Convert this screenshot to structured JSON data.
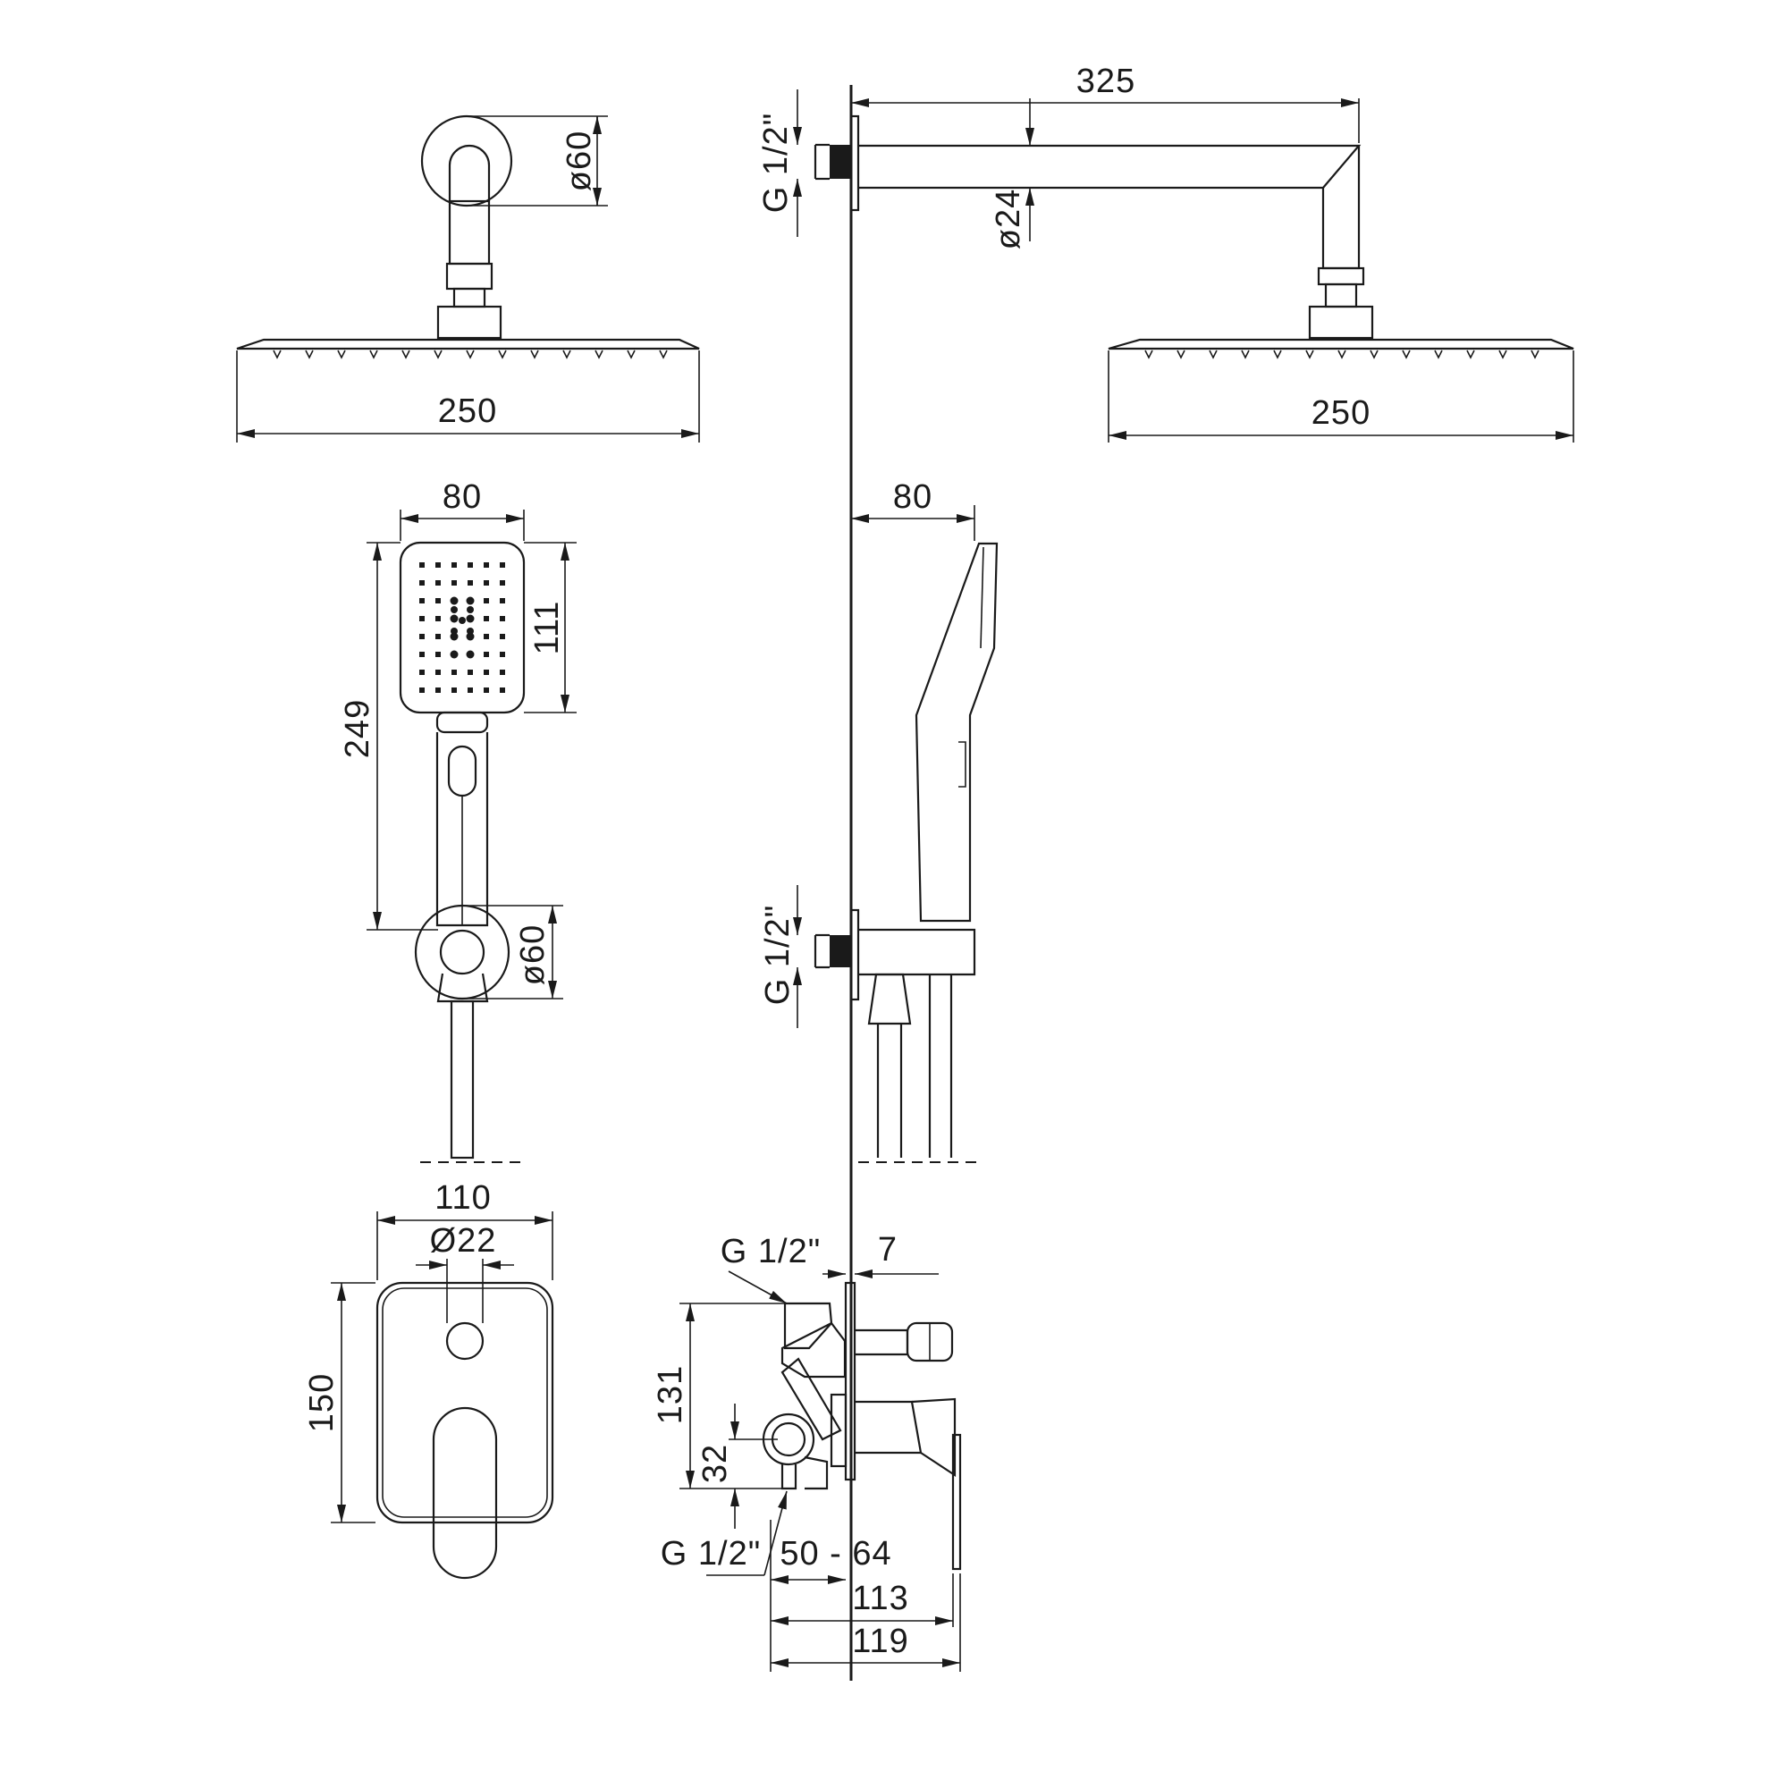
{
  "dimensions": {
    "top_front_flange_diameter": "ø60",
    "top_front_head_width": "250",
    "arm_length": "325",
    "arm_diameter": "ø24",
    "arm_connection_thread": "G 1/2\"",
    "top_side_head_width": "250",
    "hand_shower_width_front": "80",
    "hand_shower_head_height": "111",
    "hand_shower_total_length": "249",
    "holder_flange_diameter": "ø60",
    "hand_shower_depth_side": "80",
    "holder_connection_thread": "G 1/2\"",
    "cover_plate_width": "110",
    "diverter_knob_diameter": "Ø22",
    "cover_plate_height": "150",
    "valve_inlet_top_thread": "G 1/2\"",
    "plate_thickness": "7",
    "valve_height": "131",
    "valve_offset": "32",
    "valve_inlet_bottom_thread": "G 1/2\"",
    "mounting_depth_range": "50 - 64",
    "valve_depth_short": "113",
    "valve_depth_long": "119"
  }
}
